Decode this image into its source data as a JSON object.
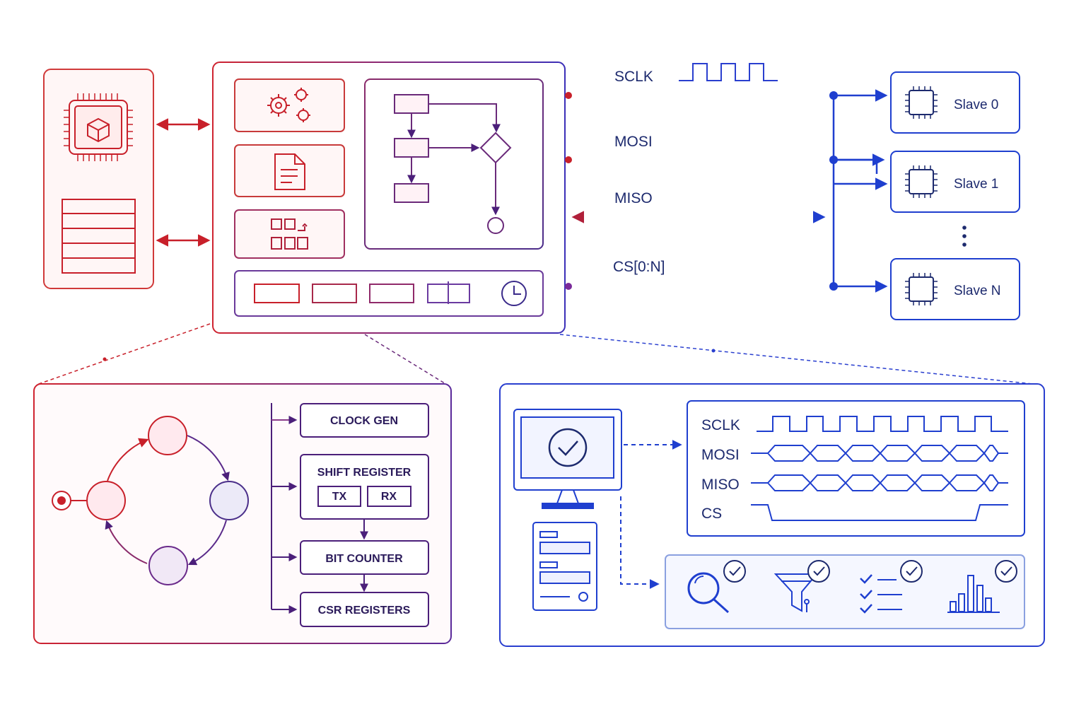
{
  "signals": {
    "sclk": "SCLK",
    "mosi": "MOSI",
    "miso": "MISO",
    "cs": "CS[0:N]"
  },
  "slaves": [
    {
      "label": "Slave 0"
    },
    {
      "label": "Slave 1"
    },
    {
      "label": "Slave N"
    }
  ],
  "blocks": {
    "clock_gen": "CLOCK GEN",
    "shift_register": "SHIFT REGISTER",
    "tx": "TX",
    "rx": "RX",
    "bit_counter": "BIT COUNTER",
    "csr_registers": "CSR REGISTERS"
  },
  "waveform": {
    "sclk": "SCLK",
    "mosi": "MOSI",
    "miso": "MISO",
    "cs": "CS"
  },
  "colors": {
    "red": "#c8202a",
    "purple": "#4b1f7a",
    "blue": "#1f3fcf",
    "navy": "#1d2a6e"
  }
}
